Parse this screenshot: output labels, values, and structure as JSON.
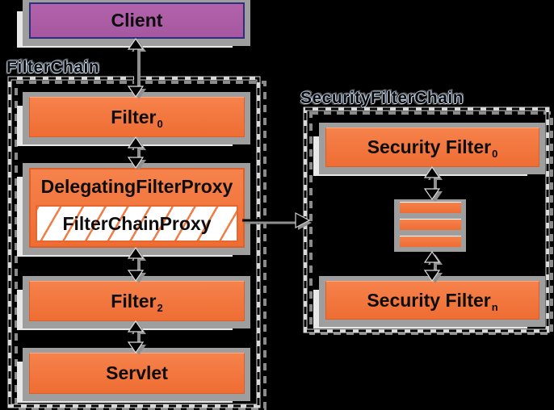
{
  "diagram_title_implied": "Spring Security FilterChainProxy architecture",
  "labels": {
    "filter_chain": "FilterChain",
    "security_filter_chain": "SecurityFilterChain"
  },
  "nodes": {
    "client": {
      "label": "Client"
    },
    "filter0": {
      "label": "Filter",
      "sub": "0"
    },
    "delegating_filter_proxy": {
      "label": "DelegatingFilterProxy"
    },
    "filter_chain_proxy": {
      "label": "FilterChainProxy"
    },
    "filter2": {
      "label": "Filter",
      "sub": "2"
    },
    "servlet": {
      "label": "Servlet"
    },
    "security_filter_0": {
      "label": "Security Filter",
      "sub": "0"
    },
    "security_filter_n": {
      "label": "Security Filter",
      "sub": "n"
    }
  },
  "security_filter_chain": {
    "placeholder_bars": 3
  },
  "edges": [
    {
      "from": "Client",
      "to": "Filter0",
      "type": "bidirectional"
    },
    {
      "from": "Filter0",
      "to": "DelegatingFilterProxy",
      "type": "bidirectional"
    },
    {
      "from": "DelegatingFilterProxy",
      "to": "Filter2",
      "type": "bidirectional"
    },
    {
      "from": "Filter2",
      "to": "Servlet",
      "type": "bidirectional"
    },
    {
      "from": "FilterChainProxy",
      "to": "SecurityFilterChain",
      "type": "directed-right"
    },
    {
      "from": "SecurityFilter0",
      "to": "placeholder-filters",
      "type": "bidirectional"
    },
    {
      "from": "placeholder-filters",
      "to": "SecurityFilterN",
      "type": "bidirectional"
    }
  ],
  "colors": {
    "background": "#000000",
    "box_orange": "#f2753e",
    "box_orange_border": "#d95f2b",
    "client_purple": "#ad5ca6",
    "client_border": "#2e2e7e",
    "shadow_dark": "#9e9e9e",
    "shadow_light": "#e8e8e8",
    "dash_black": "#000000",
    "dash_underlay": "#d9d9d9",
    "text": "#0d0d0d"
  }
}
